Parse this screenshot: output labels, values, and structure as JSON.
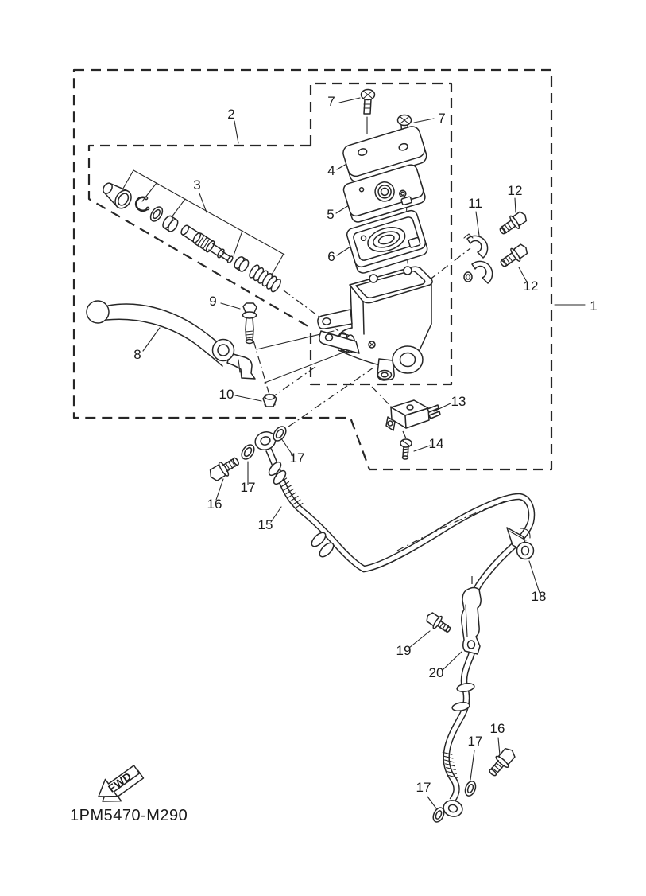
{
  "diagram": {
    "footer_code": "1PM5470-M290",
    "fwd_label": "FWD",
    "colors": {
      "line": "#262626",
      "label": "#1a1a1a",
      "background": "#ffffff"
    },
    "callouts": [
      {
        "text": "1"
      },
      {
        "text": "2"
      },
      {
        "text": "3"
      },
      {
        "text": "4"
      },
      {
        "text": "5"
      },
      {
        "text": "6"
      },
      {
        "text": "7"
      },
      {
        "text": "7"
      },
      {
        "text": "8"
      },
      {
        "text": "9"
      },
      {
        "text": "10"
      },
      {
        "text": "11"
      },
      {
        "text": "12"
      },
      {
        "text": "12"
      },
      {
        "text": "13"
      },
      {
        "text": "14"
      },
      {
        "text": "15"
      },
      {
        "text": "16"
      },
      {
        "text": "17"
      },
      {
        "text": "17"
      },
      {
        "text": "18"
      },
      {
        "text": "19"
      },
      {
        "text": "20"
      },
      {
        "text": "16"
      },
      {
        "text": "17"
      },
      {
        "text": "17"
      }
    ]
  }
}
